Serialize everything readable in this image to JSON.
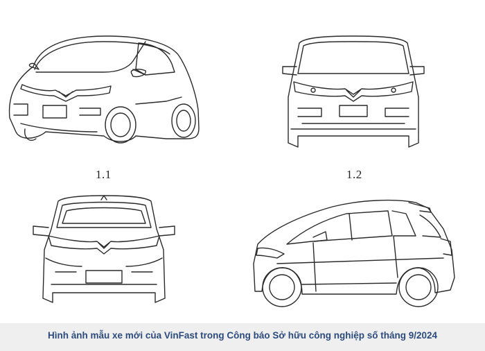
{
  "figures": [
    {
      "label": "1.1",
      "view": "front three-quarter view"
    },
    {
      "label": "1.2",
      "view": "front view"
    },
    {
      "label": "",
      "view": "rear view"
    },
    {
      "label": "",
      "view": "side view"
    }
  ],
  "caption": "Hình ảnh mẫu xe mới của VinFast trong Công báo Sở hữu công nghiệp số tháng 9/2024",
  "colors": {
    "line": "#2a2a2a",
    "caption_text": "#2b4a7d",
    "caption_bg": "#efefef"
  }
}
